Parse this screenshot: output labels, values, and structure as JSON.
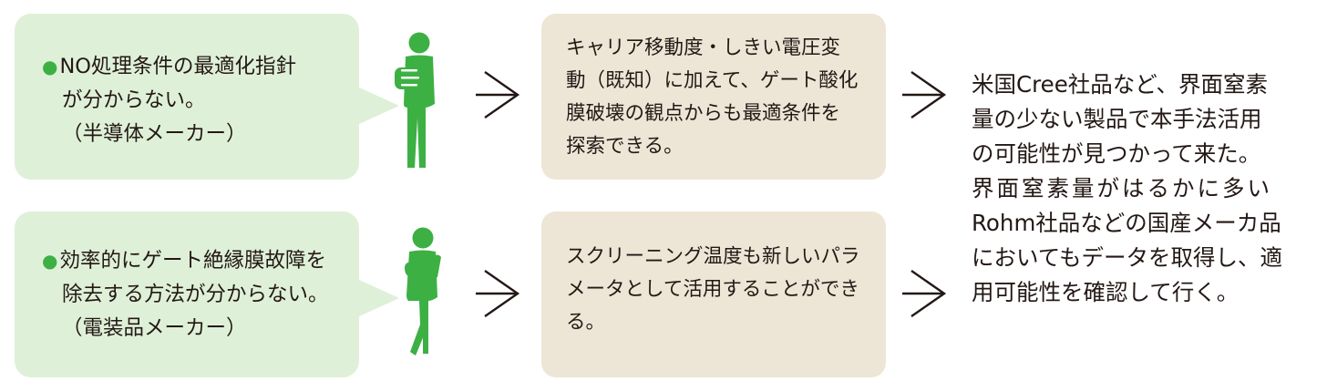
{
  "colors": {
    "green_bubble": "#dff0d8",
    "tan_box": "#ede6d6",
    "figure_green": "#3db044",
    "text": "#231815"
  },
  "rows": [
    {
      "bullet": "●",
      "problem_lines": [
        "NO処理条件の最適化指針",
        "が分からない。",
        "（半導体メーカー）"
      ],
      "figure_icon": "person-thinking-icon",
      "solution_lines": [
        "キャリア移動度・しきい電圧変",
        "動（既知）に加えて、ゲート酸化",
        "膜破壊の観点からも最適条件を",
        "探索できる。"
      ]
    },
    {
      "bullet": "●",
      "problem_lines": [
        "効率的にゲート絶縁膜故障を",
        "除去する方法が分からない。",
        "（電装品メーカー）"
      ],
      "figure_icon": "person-pondering-icon",
      "solution_lines": [
        "スクリーニング温度も新しいパラ",
        "メータとして活用することができ",
        "る。"
      ]
    }
  ],
  "result_lines": [
    "米国Cree社品など、界面窒素",
    "量の少ない製品で本手法活用",
    "の可能性が見つかって来た。",
    "界面窒素量がはるかに多い",
    "Rohm社品などの国産メーカ品",
    "においてもデータを取得し、適",
    "用可能性を確認して行く。"
  ]
}
